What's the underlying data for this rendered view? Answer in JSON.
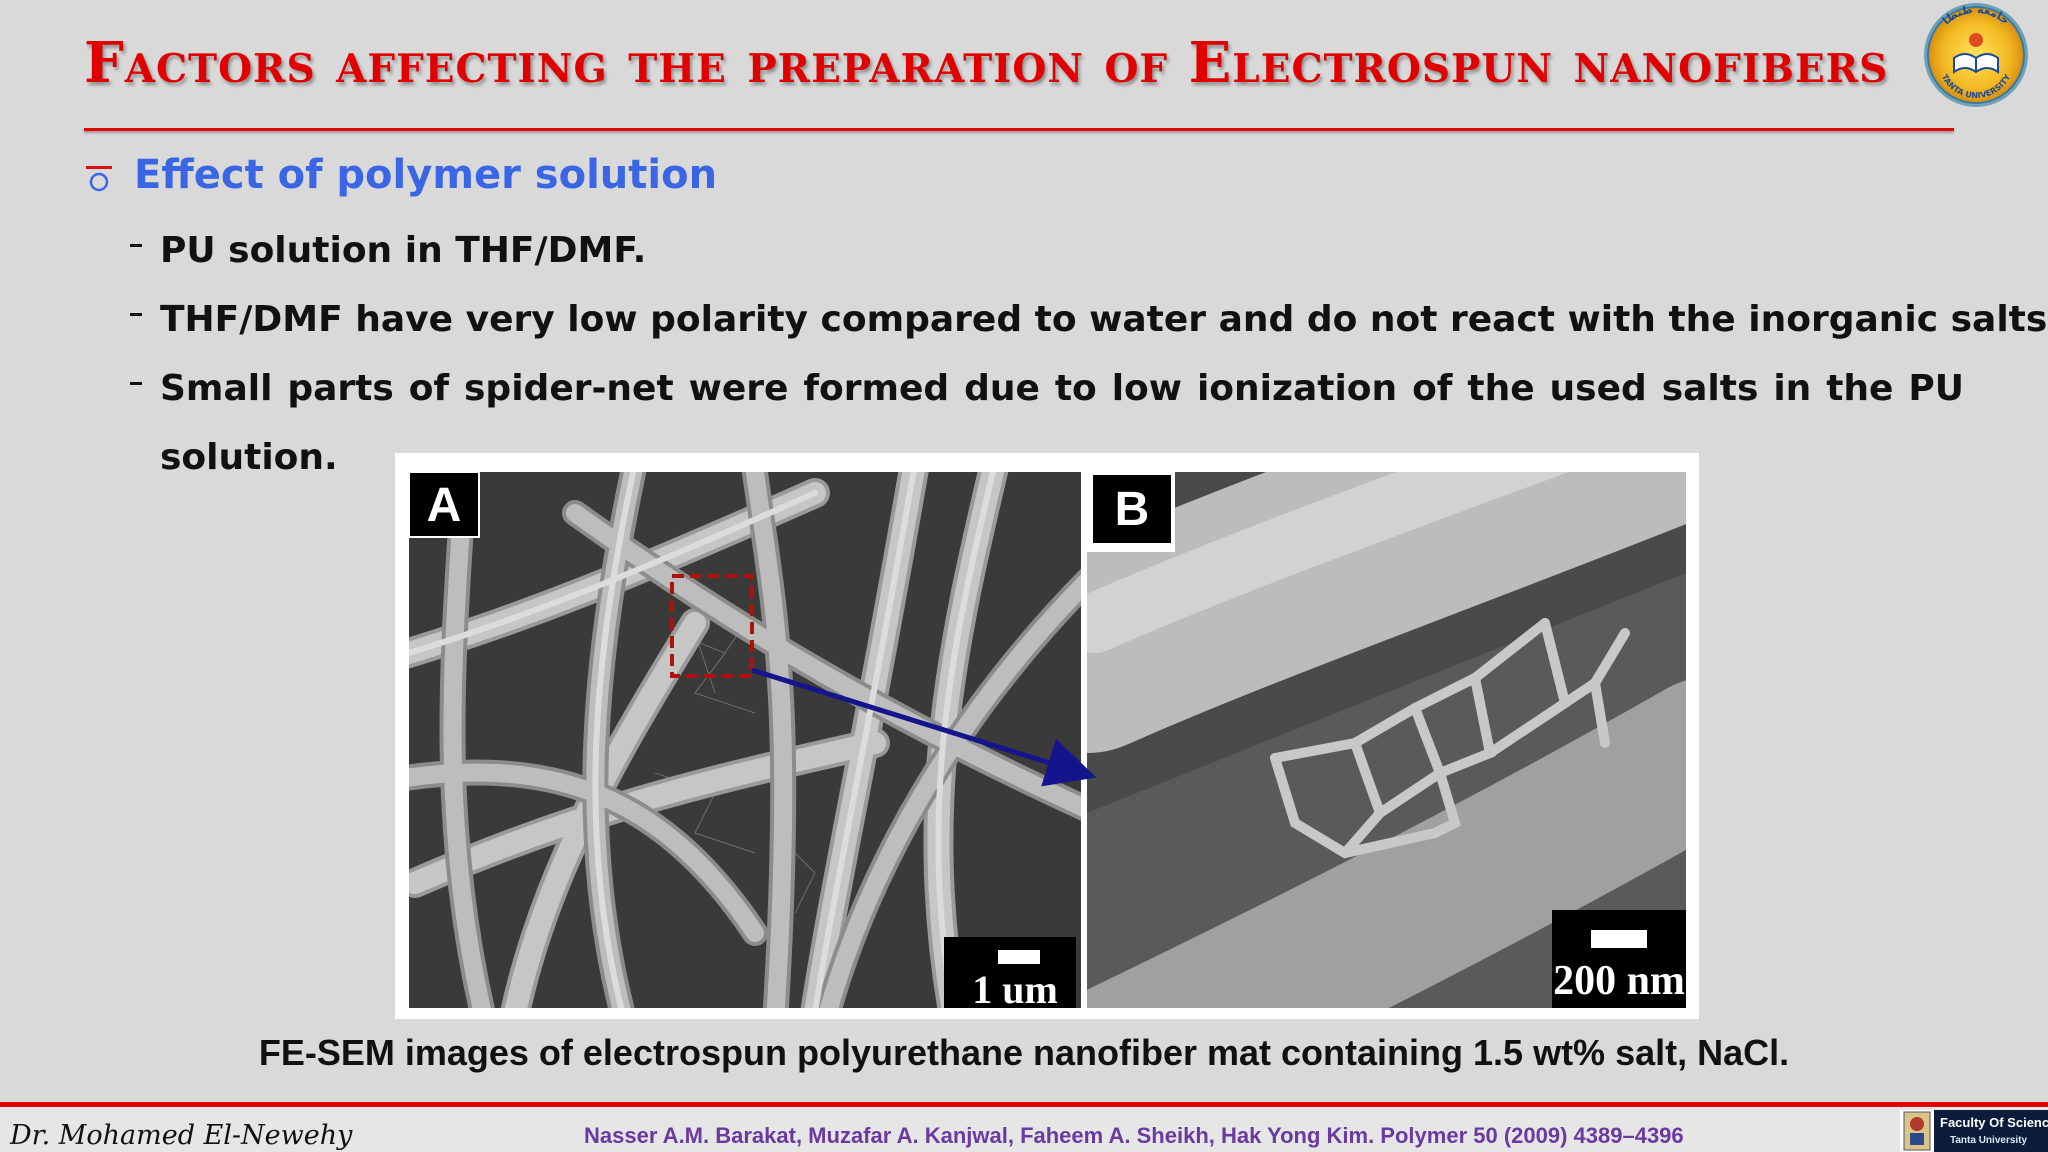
{
  "slide": {
    "title": "Factors affecting the preparation of Electrospun nanofibers",
    "heading": "Effect of polymer solution",
    "bullets": [
      "PU solution in THF/DMF.",
      "THF/DMF have very low polarity compared to water and do not react with the inorganic salts.",
      "Small parts of spider-net were formed due to low ionization of the used salts in the PU",
      "solution."
    ]
  },
  "figure": {
    "panel_a_label": "A",
    "panel_b_label": "B",
    "scale_a": "1 um",
    "scale_b": "200 nm",
    "caption": "FE-SEM images of electrospun polyurethane nanofiber mat containing 1.5 wt% salt, NaCl."
  },
  "footer": {
    "author": "Dr. Mohamed El-Newehy",
    "reference": "Nasser A.M. Barakat, Muzafar A. Kanjwal, Faheem A. Sheikh, Hak Yong Kim. Polymer 50 (2009) 4389–4396",
    "faculty_line1": "Faculty Of Science",
    "faculty_line2": "Tanta University"
  },
  "logo": {
    "top_text": "جامعة طنطا",
    "bottom_text": "TANTA UNIVERSITY"
  },
  "colors": {
    "title_red": "#e00000",
    "heading_blue": "#3a66e6",
    "reference_purple": "#6a3aa0",
    "arrow_blue": "#14148c",
    "selection_box_red": "#b01010"
  }
}
